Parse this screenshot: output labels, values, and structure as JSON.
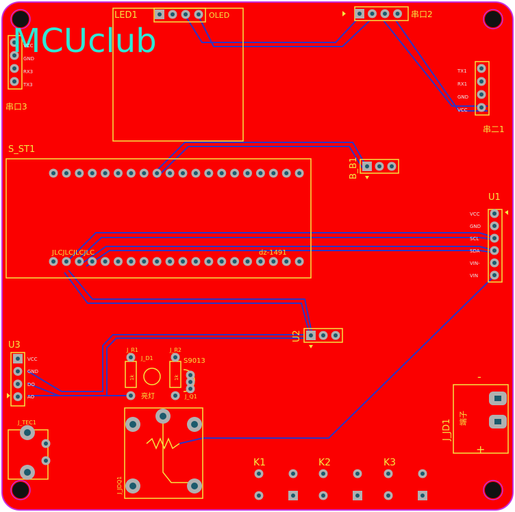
{
  "title": "MCUclub",
  "labels": {
    "led1": "LED1",
    "oled": "OLED",
    "chuankou2": "串口2",
    "chuankou3": "串口3",
    "chuankou1": "串二1",
    "s_st1": "S_ST1",
    "jlc": "JLCJLCJLCJLC",
    "dz": "dz-1491",
    "b_b1": "B_B1",
    "u1": "U1",
    "u2": "U2",
    "u3": "U3",
    "j_r1": "J_R1",
    "j_r2": "J_R2",
    "j_d1": "J_D1",
    "s9013": "S9013",
    "r1_val": "1k",
    "r2_val": "1k",
    "j_q1": "J_Q1",
    "light": "亮灯",
    "j_jdq1": "J_JDQ1",
    "j_jd1": "J_JD1",
    "j_tec1": "J_TEC1",
    "terminal": "端子",
    "minus": "-",
    "plus": "+",
    "k1": "K1",
    "k2": "K2",
    "k3": "K3"
  },
  "pins": {
    "serial3": [
      "VCC",
      "GND",
      "RX3",
      "TX3"
    ],
    "serial1": [
      "TX1",
      "RX1",
      "GND",
      "VCC"
    ],
    "u1": [
      "VCC",
      "GND",
      "SCL",
      "SDA",
      "VIN-",
      "VIN"
    ],
    "u3": [
      "VCC",
      "GND",
      "DO",
      "AO"
    ]
  },
  "colors": {
    "board": "#fb0000",
    "edge": "#c82ddc",
    "silk": "#f5e642",
    "trace": "#2a35c8",
    "title": "#2ee8d6",
    "pad": "#b0b0b0",
    "hole": "#1c5a6c"
  }
}
